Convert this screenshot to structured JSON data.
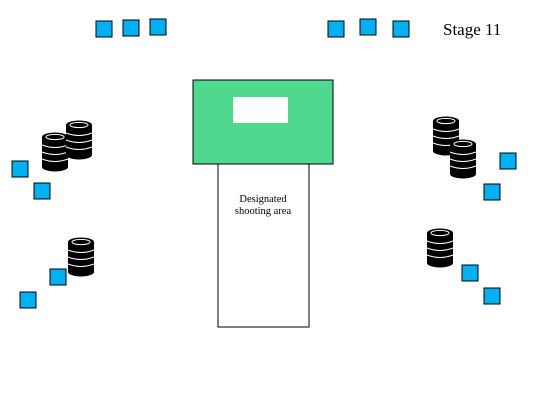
{
  "stage": {
    "title": "Stage 11",
    "area_label_line1": "Designated",
    "area_label_line2": "shooting area"
  },
  "colors": {
    "target": "#00b0f0",
    "platform": "#4ed98f",
    "barrel": "#000000",
    "outline": "#000000",
    "background": "#ffffff"
  },
  "icons": {
    "target": "square-target-icon",
    "barrel": "tire-stack-icon"
  }
}
